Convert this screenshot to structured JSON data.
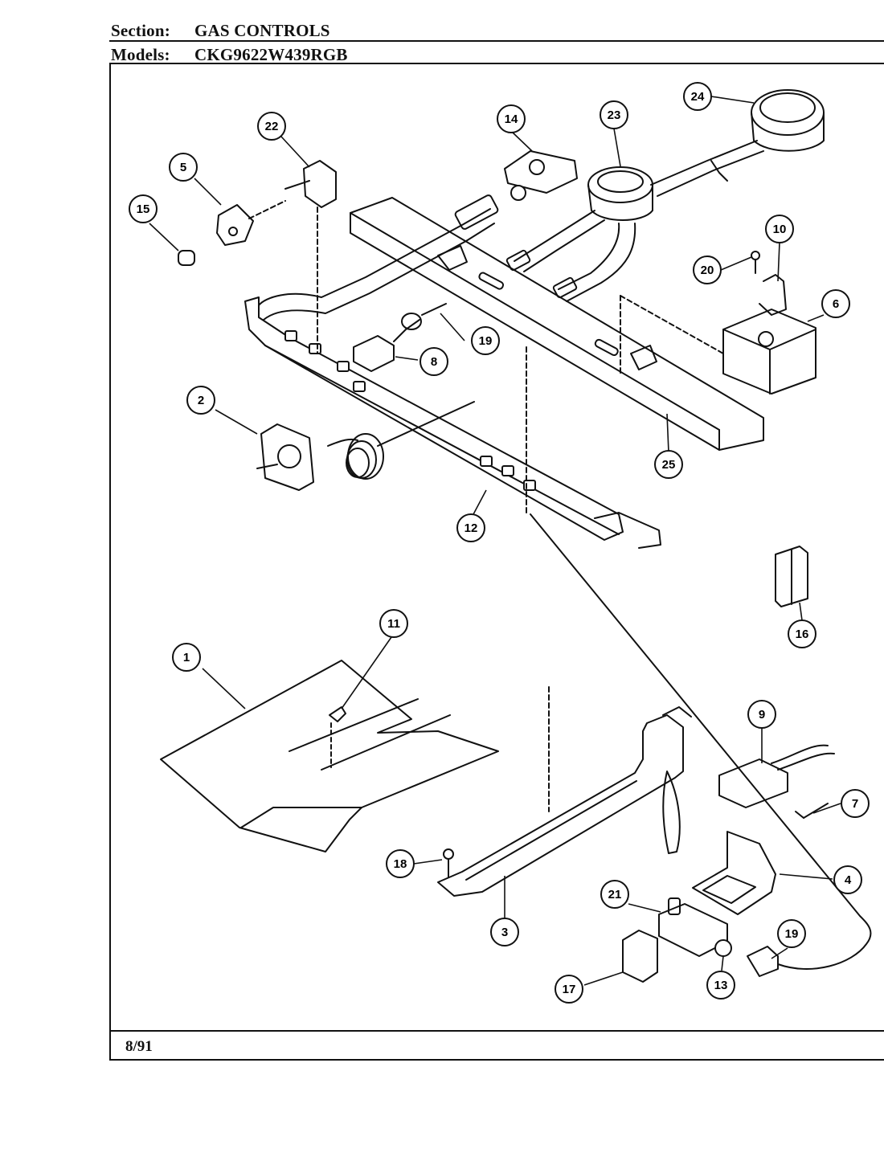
{
  "header": {
    "section_label": "Section:",
    "section_value": "GAS CONTROLS",
    "models_label": "Models:",
    "models_value": "CKG9622W439RGB"
  },
  "footer": {
    "date": "8/91"
  },
  "callouts": [
    "1",
    "2",
    "3",
    "4",
    "5",
    "6",
    "7",
    "8",
    "9",
    "10",
    "11",
    "12",
    "13",
    "14",
    "15",
    "16",
    "17",
    "18",
    "19",
    "19",
    "20",
    "21",
    "22",
    "23",
    "24",
    "25"
  ]
}
